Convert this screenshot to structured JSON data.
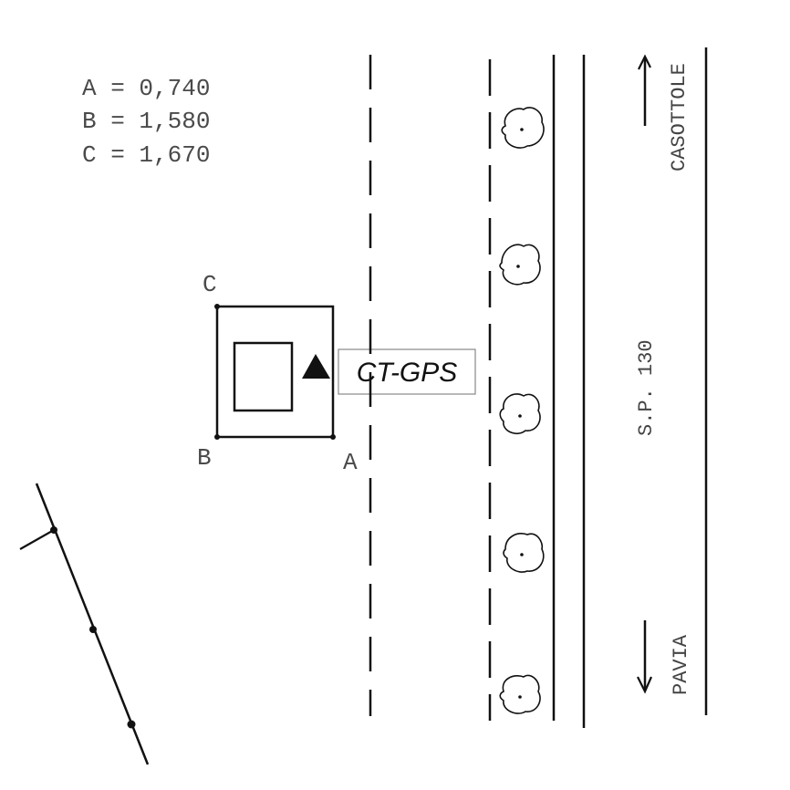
{
  "measurements": [
    {
      "label": "A",
      "value": "0,740"
    },
    {
      "label": "B",
      "value": "1,580"
    },
    {
      "label": "C",
      "value": "1,670"
    }
  ],
  "corners": {
    "a": "A",
    "b": "B",
    "c": "C"
  },
  "marker": {
    "label": "CT-GPS",
    "icon": "triangle-marker-icon"
  },
  "road": {
    "name": "S.P. 130"
  },
  "directions": {
    "north": "CASOTTOLE",
    "south": "PAVIA"
  },
  "colors": {
    "ink": "#111111",
    "text": "#4a4a4a",
    "label_border": "#888888"
  }
}
